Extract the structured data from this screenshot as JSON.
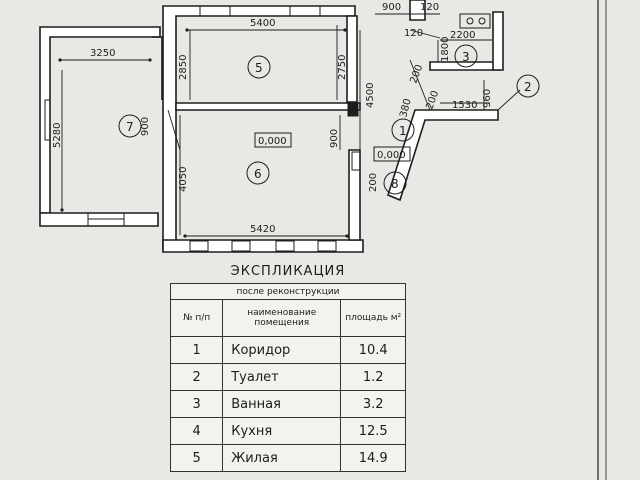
{
  "plan": {
    "dimensions": {
      "d5400": "5400",
      "d3250": "3250",
      "d2850": "2850",
      "d2750": "2750",
      "d4500": "4500",
      "d5280": "5280",
      "d900_left": "900",
      "d900_mid": "900",
      "d4050": "4050",
      "d5420": "5420",
      "d900_top": "900",
      "d120_a": "120",
      "d120_b": "120",
      "d1800": "1800",
      "d2200": "2200",
      "d1530": "1530",
      "d960": "960",
      "d380": "380",
      "d200": "200",
      "d200_b": "200",
      "d200_c": "200"
    },
    "rooms": {
      "r1": "1",
      "r2": "2",
      "r3": "3",
      "r5": "5",
      "r6": "6",
      "r7": "7",
      "r8": "8"
    },
    "levels": {
      "level_main": "0,000",
      "level_corridor": "0,000"
    }
  },
  "explication": {
    "title": "ЭКСПЛИКАЦИЯ",
    "subtitle": "после реконструкции",
    "headers": {
      "num": "№ п/п",
      "name": "наименование помещения",
      "area": "площадь м²"
    },
    "rows": [
      {
        "num": "1",
        "name": "Коридор",
        "area": "10.4"
      },
      {
        "num": "2",
        "name": "Туалет",
        "area": "1.2"
      },
      {
        "num": "3",
        "name": "Ванная",
        "area": "3.2"
      },
      {
        "num": "4",
        "name": "Кухня",
        "area": "12.5"
      },
      {
        "num": "5",
        "name": "Жилая",
        "area": "14.9"
      }
    ]
  },
  "colors": {
    "paper": "#e9e8e4",
    "ink": "#1d1d1d",
    "wall_fill": "#ffffff"
  }
}
